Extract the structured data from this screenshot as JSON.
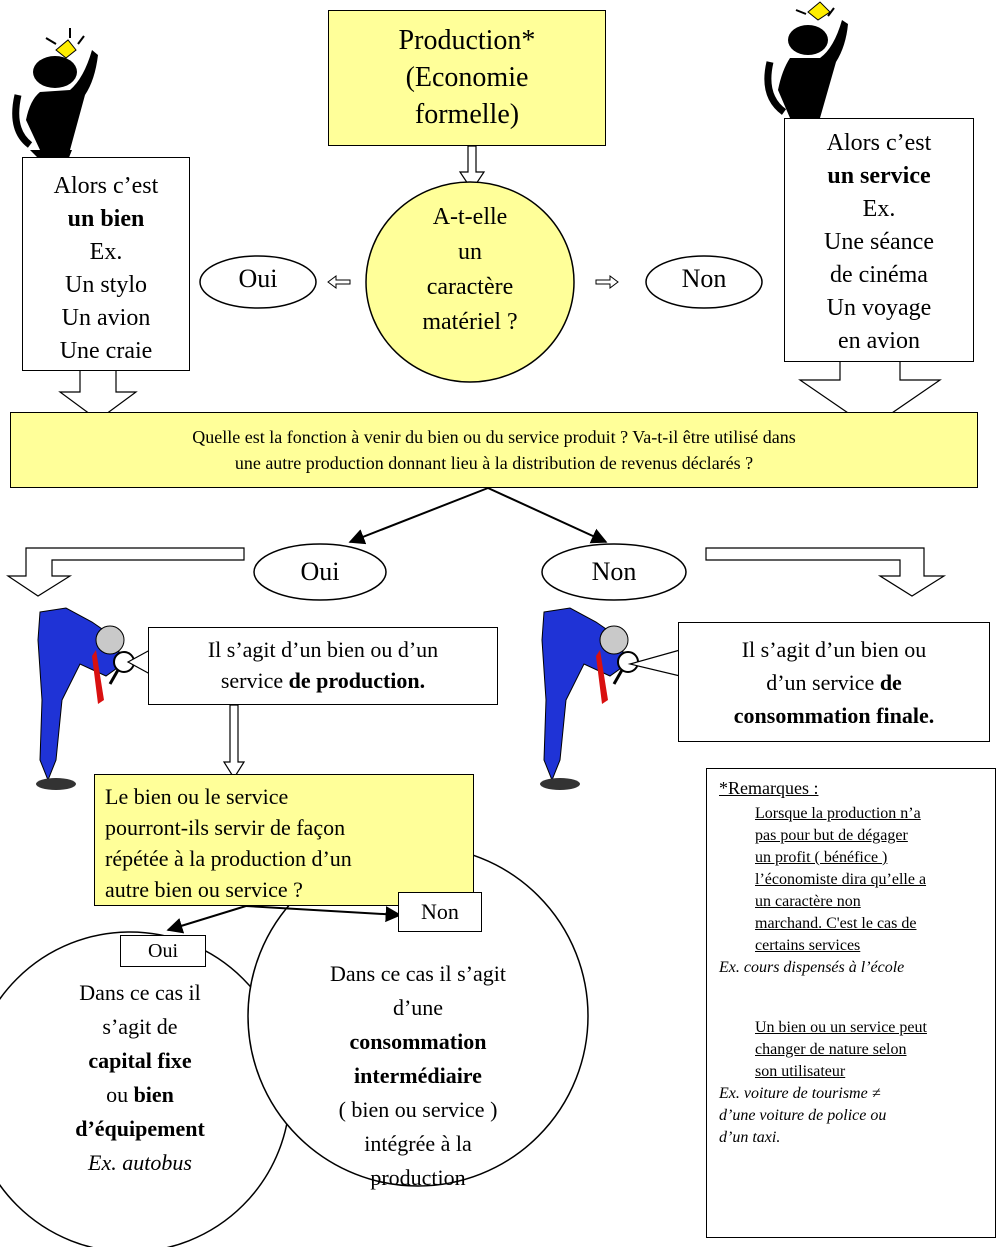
{
  "production": {
    "lines": [
      "Production*",
      "(Economie",
      "formelle)"
    ]
  },
  "question_material": {
    "lines": [
      "A-t-elle",
      "un",
      "caractère",
      "matériel ?"
    ]
  },
  "oui_top": "Oui",
  "non_top": "Non",
  "bien_box": {
    "line1": "Alors c’est",
    "line2": "un bien",
    "line3": "Ex.",
    "line4": "Un stylo",
    "line5": "Un avion",
    "line6": "Une craie"
  },
  "service_box": {
    "line1": "Alors c’est",
    "line2": "un service",
    "line3": "Ex.",
    "line4": "Une séance",
    "line5": "de cinéma",
    "line6": "Un voyage",
    "line7": "en avion"
  },
  "function_question": {
    "line1": "Quelle est la fonction à venir du bien ou du service produit ? Va-t-il être utilisé dans",
    "line2": "une autre production donnant lieu à la distribution de revenus déclarés ?"
  },
  "oui_mid": "Oui",
  "non_mid": "Non",
  "production_good": {
    "line1": "Il s’agit d’un bien ou d’un",
    "line2_a": "service ",
    "line2_b": "de production."
  },
  "final_consumption": {
    "line1": "Il s’agit d’un bien ou",
    "line2_a": "d’un service ",
    "line2_b": "de",
    "line3": "consommation finale."
  },
  "repeat_question": {
    "lines": [
      "Le bien ou le service",
      "pourront-ils servir de façon",
      "répétée à la production d’un",
      "autre bien ou service ?"
    ]
  },
  "oui_bottom": "Oui",
  "non_bottom": "Non",
  "capital_fixe": {
    "l1": "Dans ce cas il",
    "l2": "s’agit de",
    "l3": "capital fixe",
    "l4a": "ou ",
    "l4b": "bien",
    "l5": "d’équipement",
    "l6": "Ex. autobus"
  },
  "conso_inter": {
    "l1": "Dans ce cas il s’agit",
    "l2": "d’une",
    "l3": "consommation",
    "l4": "intermédiaire",
    "l5": "( bien ou service )",
    "l6": "intégrée à la",
    "l7": "production"
  },
  "remarks": {
    "title": "*Remarques :",
    "item1": [
      "Lorsque la production n’a",
      "pas pour but de dégager",
      "un profit ( bénéfice )",
      "l’économiste dira qu’elle a",
      "un caractère non",
      "marchand. C'est le cas de",
      "certains services"
    ],
    "ex1": "Ex. cours dispensés à l’école",
    "item2": [
      "Un bien ou un service peut",
      "changer de nature selon",
      "son utilisateur"
    ],
    "ex2": [
      "Ex. voiture de tourisme ≠",
      "d’une  voiture de police ou",
      "d’un taxi."
    ]
  }
}
